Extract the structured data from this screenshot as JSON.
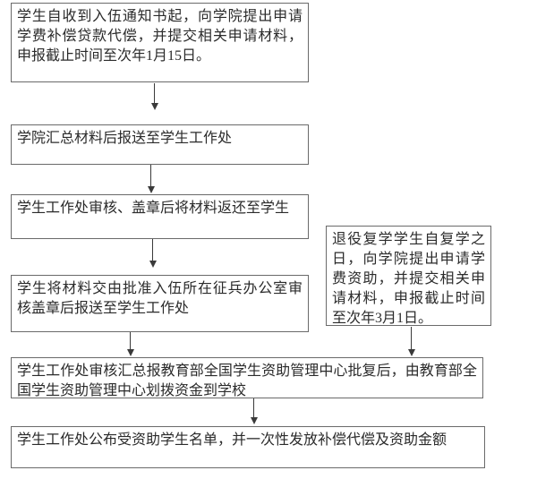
{
  "flowchart": {
    "description": "University student military-enlistment tuition compensation / loan repayment application process flowchart",
    "nodes": [
      {
        "id": "n1",
        "text": "学生自收到入伍通知书起，向学院提出申请学费补偿贷款代偿，并提交相关申请材料，申报截止时间至次年1月15日。"
      },
      {
        "id": "n2",
        "text": "学院汇总材料后报送至学生工作处"
      },
      {
        "id": "n3",
        "text": "学生工作处审核、盖章后将材料返还至学生"
      },
      {
        "id": "n4",
        "text": "学生将材料交由批准入伍所在征兵办公室审核盖章后报送至学生工作处"
      },
      {
        "id": "n5",
        "text": "退役复学学生自复学之日，向学院提出申请学费资助，并提交相关申请材料，申报截止时间至次年3月1日。"
      },
      {
        "id": "n6",
        "text": "学生工作处审核汇总报教育部全国学生资助管理中心批复后，由教育部全国学生资助管理中心划拨资金到学校"
      },
      {
        "id": "n7",
        "text": "学生工作处公布受资助学生名单，并一次性发放补偿代偿及资助金额"
      }
    ],
    "edges": [
      {
        "from": "n1",
        "to": "n2"
      },
      {
        "from": "n2",
        "to": "n3"
      },
      {
        "from": "n3",
        "to": "n4"
      },
      {
        "from": "n4",
        "to": "n6"
      },
      {
        "from": "n5",
        "to": "n6"
      },
      {
        "from": "n6",
        "to": "n7"
      }
    ],
    "colors": {
      "background": "#ffffff",
      "box_border": "#6a6a6a",
      "text": "#2b2b2b",
      "arrow": "#3a3a3a"
    }
  }
}
